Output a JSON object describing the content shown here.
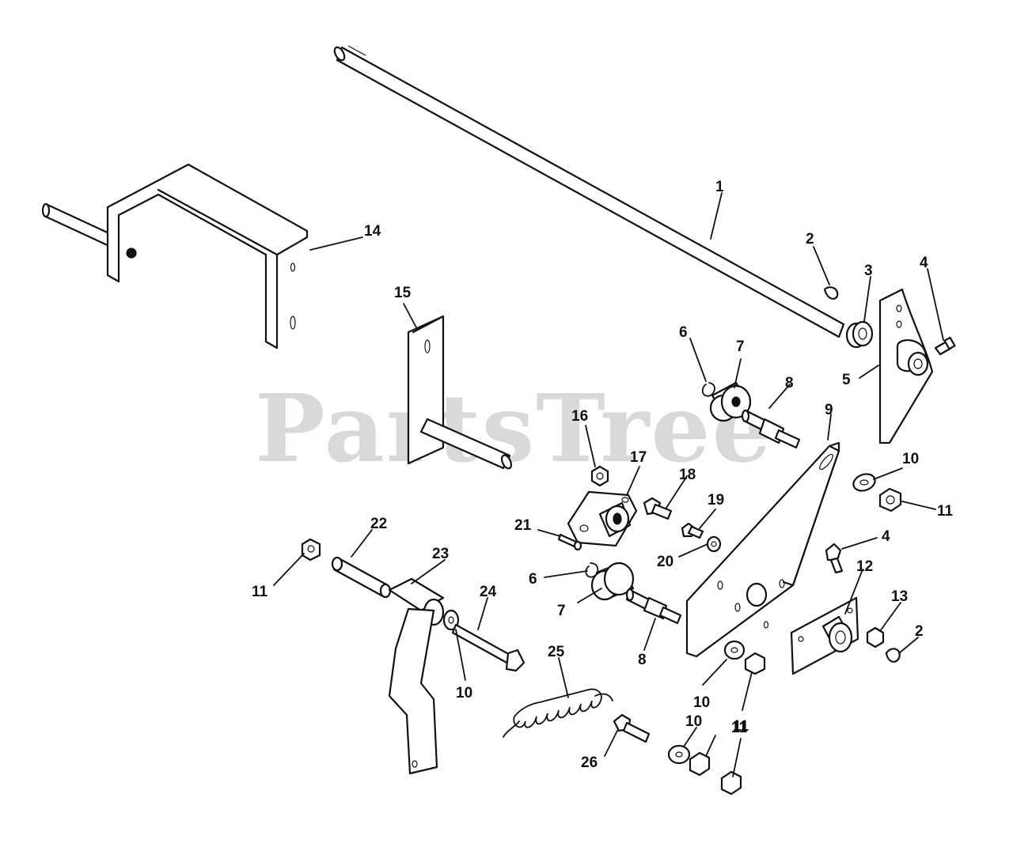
{
  "watermark": {
    "text": "PartsTree"
  },
  "callouts": [
    {
      "id": "c1",
      "text": "1"
    },
    {
      "id": "c2a",
      "text": "2"
    },
    {
      "id": "c3",
      "text": "3"
    },
    {
      "id": "c4a",
      "text": "4"
    },
    {
      "id": "c5",
      "text": "5"
    },
    {
      "id": "c6a",
      "text": "6"
    },
    {
      "id": "c7a",
      "text": "7"
    },
    {
      "id": "c8a",
      "text": "8"
    },
    {
      "id": "c9",
      "text": "9"
    },
    {
      "id": "c10a",
      "text": "10"
    },
    {
      "id": "c11a",
      "text": "11"
    },
    {
      "id": "c14",
      "text": "14"
    },
    {
      "id": "c15",
      "text": "15"
    },
    {
      "id": "c16",
      "text": "16"
    },
    {
      "id": "c17",
      "text": "17"
    },
    {
      "id": "c18",
      "text": "18"
    },
    {
      "id": "c19",
      "text": "19"
    },
    {
      "id": "c20",
      "text": "20"
    },
    {
      "id": "c21",
      "text": "21"
    },
    {
      "id": "c4b",
      "text": "4"
    },
    {
      "id": "c12",
      "text": "12"
    },
    {
      "id": "c13",
      "text": "13"
    },
    {
      "id": "c2b",
      "text": "2"
    },
    {
      "id": "c22",
      "text": "22"
    },
    {
      "id": "c23",
      "text": "23"
    },
    {
      "id": "c11b",
      "text": "11"
    },
    {
      "id": "c24",
      "text": "24"
    },
    {
      "id": "c6b",
      "text": "6"
    },
    {
      "id": "c7b",
      "text": "7"
    },
    {
      "id": "c8b",
      "text": "8"
    },
    {
      "id": "c10b",
      "text": "10"
    },
    {
      "id": "c25",
      "text": "25"
    },
    {
      "id": "c10c",
      "text": "10"
    },
    {
      "id": "c11c",
      "text": "11"
    },
    {
      "id": "c10d",
      "text": "10"
    },
    {
      "id": "c11d",
      "text": "11"
    },
    {
      "id": "c26",
      "text": "26"
    }
  ],
  "colors": {
    "ink": "#111111",
    "watermark": "#d9d9d9",
    "background": "#ffffff"
  }
}
